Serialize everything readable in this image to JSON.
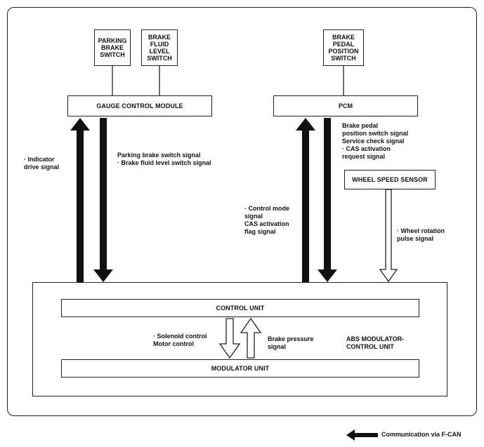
{
  "components": {
    "parking_brake_switch": "PARKING\nBRAKE\nSWITCH",
    "brake_fluid_level_switch": "BRAKE\nFLUID\nLEVEL\nSWITCH",
    "brake_pedal_position_switch": "BRAKE\nPEDAL\nPOSITION\nSWITCH",
    "gauge_control_module": "GAUGE CONTROL MODULE",
    "pcm": "PCM",
    "wheel_speed_sensor": "WHEEL SPEED SENSOR",
    "control_unit": "CONTROL UNIT",
    "modulator_unit": "MODULATOR UNIT",
    "abs_modulator_control_unit": "ABS MODULATOR-\nCONTROL UNIT"
  },
  "signals": {
    "indicator_drive": "· Indicator\n  drive signal",
    "parking_fluid": "Parking brake switch signal\n· Brake fluid level switch signal",
    "control_mode": "· Control mode\n  signal\n  CAS activation\n  flag signal",
    "pcm_out": "Brake pedal\nposition switch signal\nService check signal\n· CAS activation\n  request signal",
    "wheel_rotation": "· Wheel rotation\n  pulse signal",
    "solenoid_motor": "· Solenoid control\n  Motor control",
    "brake_pressure": "Brake pressure\nsignal"
  },
  "legend": {
    "fcan": "Communication via F-CAN"
  }
}
